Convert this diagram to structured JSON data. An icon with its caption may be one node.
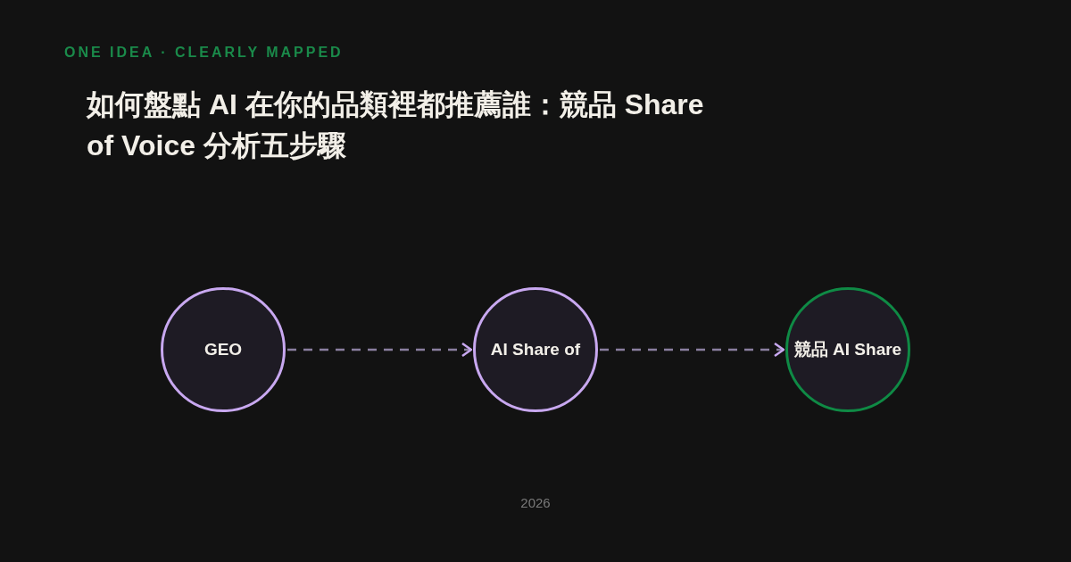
{
  "diagram": {
    "title": "如何盤點 AI 在你的品類裡都推薦誰：競品 Share of Voice 分析五步驟",
    "nodes": [
      {
        "text": [
          "GEO"
        ]
      },
      {
        "text": [
          "AI Share of"
        ]
      },
      {
        "text": [
          "競品 AI Share"
        ]
      }
    ],
    "edges": [
      {
        "from": 0,
        "to": 1,
        "arrow": "to",
        "style": "dashed"
      },
      {
        "from": 1,
        "to": 2,
        "arrow": "to",
        "style": "dashed"
      }
    ],
    "labels": [
      "ONE IDEA · CLEARLY MAPPED",
      "2026"
    ]
  }
}
